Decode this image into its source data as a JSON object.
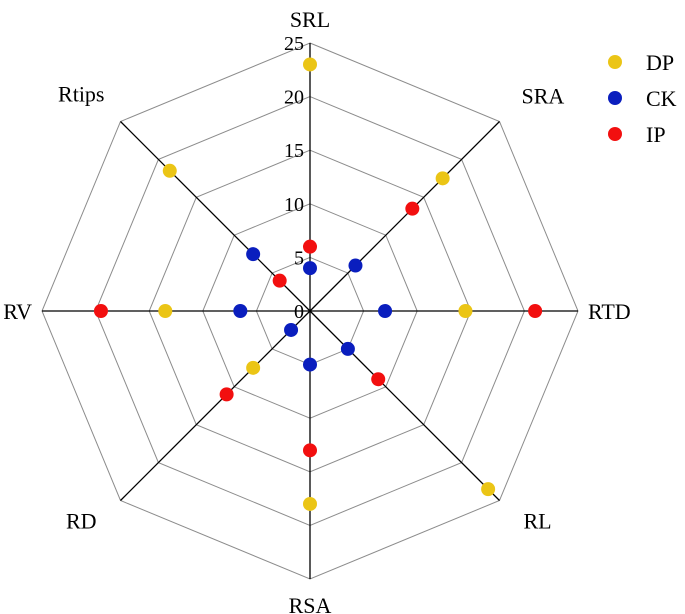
{
  "chart_data": {
    "type": "radar",
    "axes": [
      "SRL",
      "SRA",
      "RTD",
      "RL",
      "RSA",
      "RD",
      "RV",
      "Rtips"
    ],
    "rlim": [
      0,
      25
    ],
    "ticks": [
      "0",
      "5",
      "10",
      "15",
      "20",
      "25"
    ],
    "tick_values": [
      0,
      5,
      10,
      15,
      20,
      25
    ],
    "grid": true,
    "legend_position": "top-right",
    "series": [
      {
        "name": "DP",
        "color": "#EBC516",
        "values": [
          23,
          17.5,
          14.5,
          23.5,
          18,
          7.5,
          13.5,
          18.5
        ]
      },
      {
        "name": "CK",
        "color": "#0A1EBE",
        "values": [
          4,
          6,
          7,
          5,
          5,
          2.5,
          6.5,
          7.5
        ]
      },
      {
        "name": "IP",
        "color": "#F20F0F",
        "values": [
          6,
          13.5,
          21,
          9,
          13,
          11,
          19.5,
          4
        ]
      }
    ]
  }
}
